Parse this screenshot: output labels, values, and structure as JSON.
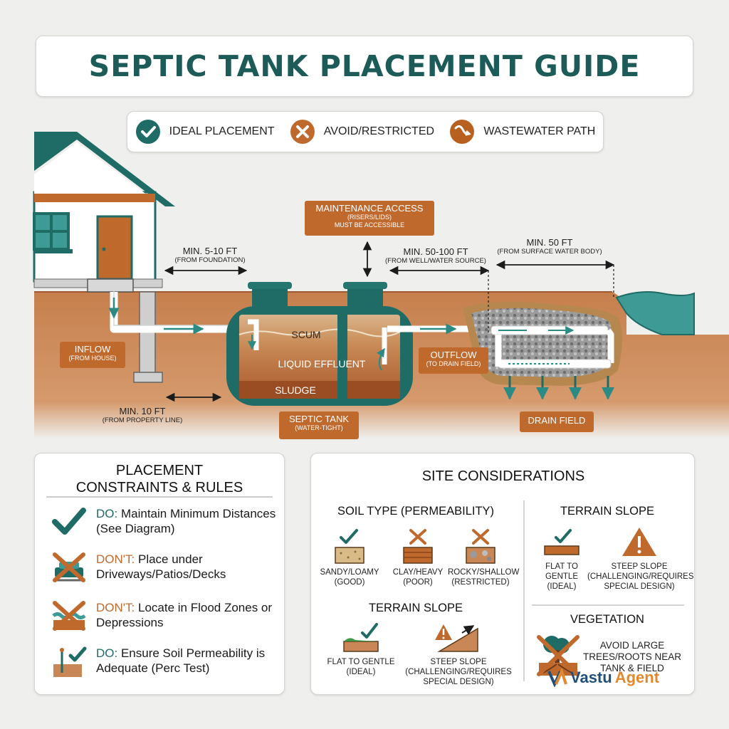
{
  "title": "SEPTIC TANK PLACEMENT GUIDE",
  "legend": {
    "ideal": "IDEAL PLACEMENT",
    "avoid": "AVOID/RESTRICTED",
    "path": "WASTEWATER PATH"
  },
  "colors": {
    "teal": "#1f6b66",
    "orange": "#c0692d",
    "soil": "#c98656",
    "water": "#3e9a94",
    "background": "#efefed"
  },
  "diagram": {
    "maintenance": {
      "title": "MAINTENANCE ACCESS",
      "sub1": "(RISERS/LIDS)",
      "sub2": "MUST BE ACCESSIBLE"
    },
    "dist_foundation": {
      "value": "MIN. 5-10 FT",
      "sub": "(FROM FOUNDATION)"
    },
    "dist_well": {
      "value": "MIN. 50-100 FT",
      "sub": "(FROM WELL/WATER SOURCE)"
    },
    "dist_surface": {
      "value": "MIN. 50 FT",
      "sub": "(FROM SURFACE WATER BODY)"
    },
    "dist_property": {
      "value": "MIN. 10 FT",
      "sub": "(FROM PROPERTY LINE)"
    },
    "inflow": {
      "title": "INFLOW",
      "sub": "(FROM HOUSE)"
    },
    "outflow": {
      "title": "OUTFLOW",
      "sub": "(TO DRAIN FIELD)"
    },
    "tank": {
      "scum": "SCUM",
      "liquid": "LIQUID EFFLUENT",
      "sludge": "SLUDGE",
      "name": "SEPTIC TANK",
      "sub": "(WATER-TIGHT)"
    },
    "drain_field": "DRAIN FIELD"
  },
  "constraints": {
    "heading_line1": "PLACEMENT",
    "heading_line2": "CONSTRAINTS & RULES",
    "rules": [
      {
        "prefix": "DO:",
        "text": "Maintain Minimum Distances (See Diagram)"
      },
      {
        "prefix": "DON'T:",
        "text": "Place under Driveways/Patios/Decks"
      },
      {
        "prefix": "DON'T:",
        "text": "Locate in Flood Zones or Depressions"
      },
      {
        "prefix": "DO:",
        "text": "Ensure Soil Permeability is Adequate (Perc Test)"
      }
    ]
  },
  "site": {
    "heading": "SITE CONSIDERATIONS",
    "soil_heading": "SOIL TYPE (PERMEABILITY)",
    "soils": [
      {
        "name": "SANDY/LOAMY",
        "note": "(GOOD)"
      },
      {
        "name": "CLAY/HEAVY",
        "note": "(POOR)"
      },
      {
        "name": "ROCKY/SHALLOW",
        "note": "(RESTRICTED)"
      }
    ],
    "terrain_heading": "TERRAIN SLOPE",
    "terrain_flat": {
      "line1": "FLAT TO GENTLE",
      "line2": "(IDEAL)"
    },
    "terrain_steep": {
      "line1": "STEEP SLOPE",
      "line2": "(CHALLENGING/REQUIRES",
      "line3": "SPECIAL DESIGN)"
    },
    "terrain_right_heading": "TERRAIN SLOPE",
    "terrain_right_flat": {
      "line1": "FLAT TO",
      "line2": "GENTLE",
      "line3": "(IDEAL)"
    },
    "terrain_right_steep": {
      "line1": "STEEP SLOPE",
      "line2": "(CHALLENGING/REQUIRES",
      "line3": "SPECIAL DESIGN)"
    },
    "vegetation_heading": "VEGETATION",
    "vegetation_text": {
      "line1": "AVOID LARGE",
      "line2": "TREES/ROOTS NEAR",
      "line3": "TANK & FIELD"
    }
  },
  "watermark": {
    "part1": "Vastu",
    "part2": "Agent"
  }
}
